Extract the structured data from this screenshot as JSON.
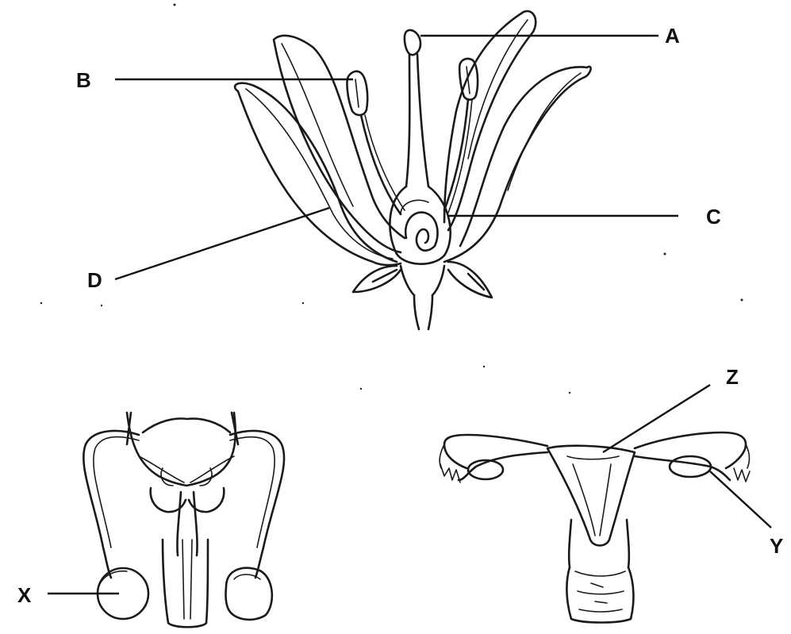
{
  "labels": {
    "a": "A",
    "b": "B",
    "c": "C",
    "d": "D",
    "x": "X",
    "y": "Y",
    "z": "Z"
  }
}
